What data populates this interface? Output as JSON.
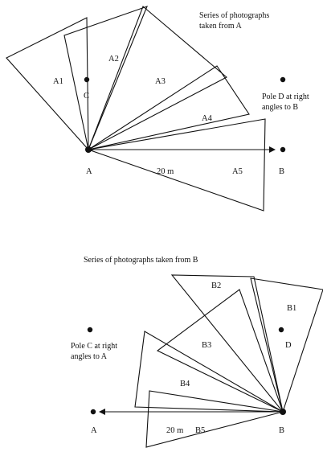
{
  "panel_a": {
    "caption_line1": "Series of photographs",
    "caption_line2": "taken from A",
    "photos": [
      "A1",
      "A2",
      "A3",
      "A4",
      "A5"
    ],
    "point_a": "A",
    "point_b": "B",
    "point_c": "C",
    "pole_d_line1": "Pole D at right",
    "pole_d_line2": "angles to B",
    "distance": "20 m"
  },
  "panel_b": {
    "caption": "Series of photographs taken from B",
    "photos": [
      "B1",
      "B2",
      "B3",
      "B4",
      "B5"
    ],
    "point_a": "A",
    "point_b": "B",
    "point_d": "D",
    "pole_c_line1": "Pole C at right",
    "pole_c_line2": "angles to A",
    "distance": "20 m"
  }
}
